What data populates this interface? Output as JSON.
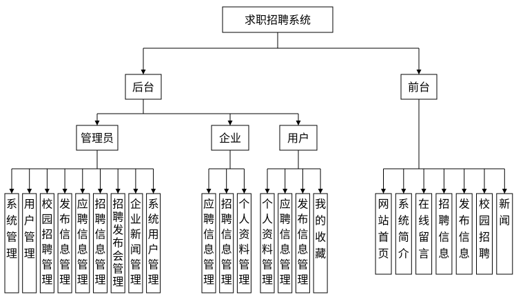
{
  "title": "求职招聘系统",
  "branches": [
    {
      "name": "后台",
      "groups": [
        {
          "name": "管理员",
          "items": [
            "系统管理",
            "用户管理",
            "校园招聘管理",
            "发布信息管理",
            "应聘信息管理",
            "招聘信息管理",
            "招聘发布会管理",
            "企业新闻管理",
            "系统用户管理"
          ]
        },
        {
          "name": "企业",
          "items": [
            "应聘信息管理",
            "招聘信息管理",
            "个人资料管理"
          ]
        },
        {
          "name": "用户",
          "items": [
            "个人资料管理",
            "应聘信息管理",
            "发布信息管理",
            "我的收藏"
          ]
        }
      ]
    },
    {
      "name": "前台",
      "items": [
        "网站首页",
        "系统简介",
        "在线留言",
        "招聘信息",
        "发布信息",
        "校园招聘",
        "新闻"
      ]
    }
  ],
  "colors": {
    "line": "#000000",
    "box_fill": "#ffffff",
    "text": "#000000"
  }
}
